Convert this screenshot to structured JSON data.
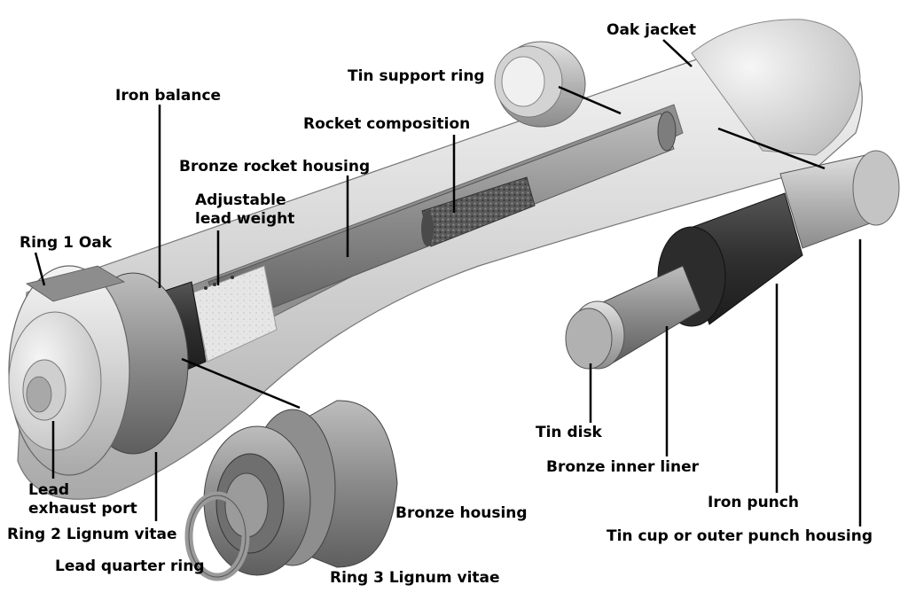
{
  "labels": {
    "oak_jacket": "Oak jacket",
    "tin_support_ring": "Tin support ring",
    "iron_balance": "Iron balance",
    "rocket_composition": "Rocket composition",
    "bronze_rocket_housing": "Bronze rocket housing",
    "adjustable_lead_weight": "Adjustable\nlead weight",
    "ring_1_oak": "Ring 1 Oak",
    "lead_exhaust_port": "Lead\nexhaust port",
    "ring_2_lignum_vitae": "Ring 2 Lignum vitae",
    "lead_quarter_ring": "Lead quarter ring",
    "bronze_housing": "Bronze housing",
    "ring_3_lignum_vitae": "Ring 3 Lignum vitae",
    "tin_disk": "Tin disk",
    "bronze_inner_liner": "Bronze inner liner",
    "iron_punch": "Iron punch",
    "tin_cup_outer_punch_housing": "Tin cup or outer punch housing"
  },
  "colors": {
    "oak": "#d8d8d8",
    "bronze": "#9a9a9a",
    "iron": "#3a3a3a",
    "tin": "#b8b8b8",
    "lead": "#e4e4e4",
    "leader": "#000000"
  }
}
